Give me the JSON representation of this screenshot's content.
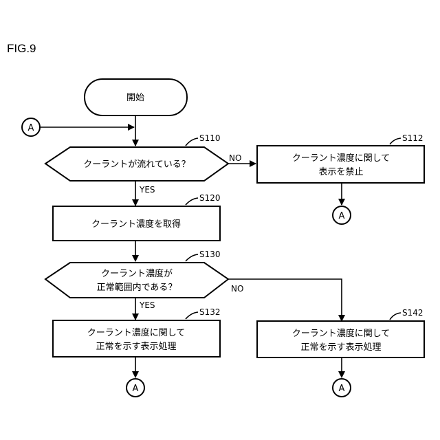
{
  "figure_label": "FIG.9",
  "start": {
    "label": "開始"
  },
  "connector_label": "A",
  "steps": {
    "s110": {
      "id": "S110",
      "line1": "クーラントが流れている？"
    },
    "s112": {
      "id": "S112",
      "line1": "クーラント濃度に関して",
      "line2": "表示を禁止"
    },
    "s120": {
      "id": "S120",
      "line1": "クーラント濃度を取得"
    },
    "s130": {
      "id": "S130",
      "line1": "クーラント濃度が",
      "line2": "正常範囲内である？"
    },
    "s132": {
      "id": "S132",
      "line1": "クーラント濃度に関して",
      "line2": "正常を示す表示処理"
    },
    "s142": {
      "id": "S142",
      "line1": "クーラント濃度に関して",
      "line2": "正常を示す表示処理"
    }
  },
  "branches": {
    "yes": "YES",
    "no": "NO"
  }
}
